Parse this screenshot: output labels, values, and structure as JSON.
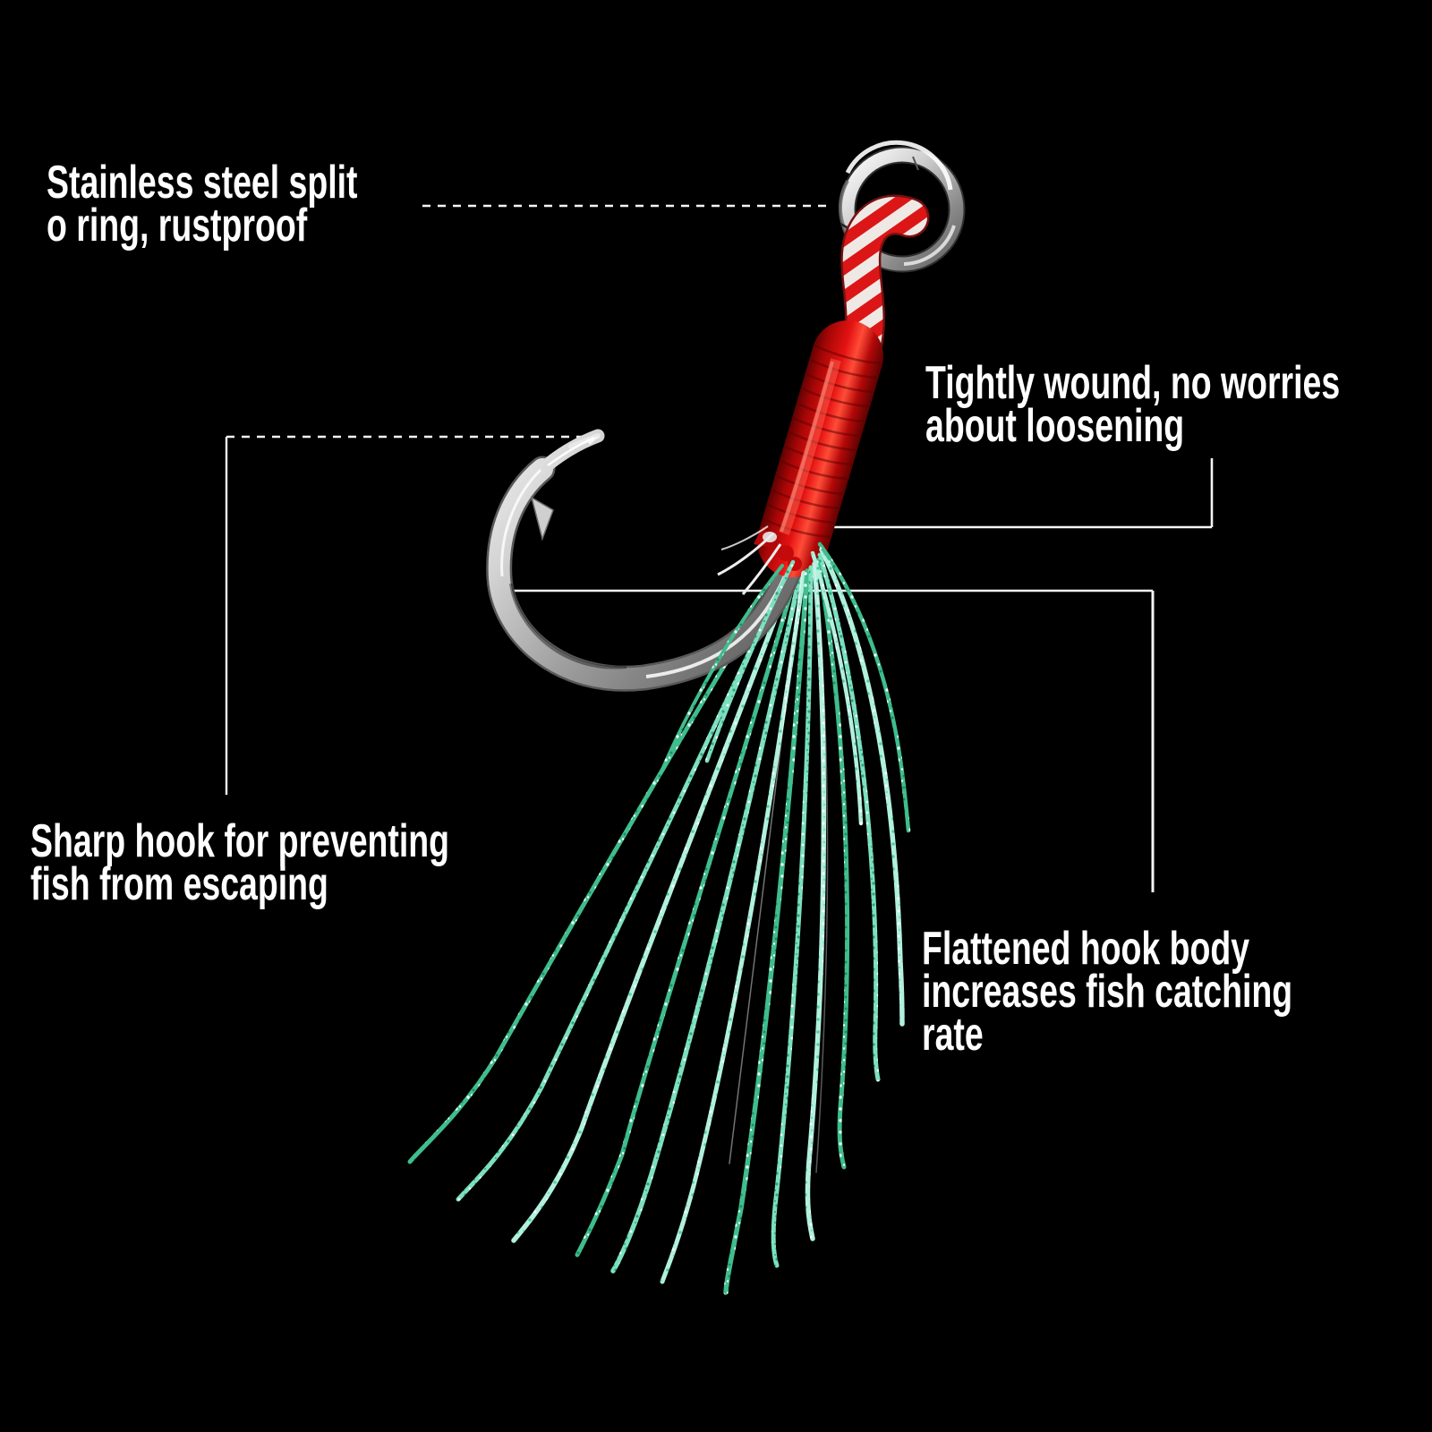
{
  "figure": {
    "type": "annotated product diagram",
    "subject": "fishing assist hook with split ring, braided cord, thread wrap and flash tinsel"
  },
  "callouts": {
    "split_ring": {
      "lines": [
        "Stainless steel split",
        "o ring, rustproof"
      ]
    },
    "thread_wrap": {
      "lines": [
        "Tightly wound, no worries",
        "about loosening"
      ]
    },
    "hook_point": {
      "lines": [
        "Sharp hook for preventing",
        "fish from escaping"
      ]
    },
    "hook_body": {
      "lines": [
        "Flattened hook body",
        "increases fish catching",
        "rate"
      ]
    }
  },
  "colors": {
    "background": "#000000",
    "label_text": "#ffffff",
    "leader_line": "#f5f5f5",
    "split_ring_silver": "#c8c8c8",
    "cord_red": "#dc1616",
    "cord_white": "#efe9e6",
    "wrap_red": "#e41212",
    "hook_silver": "#b9b9b9",
    "tinsel_green": "#3fbd8d",
    "tinsel_light": "#b2f0de"
  }
}
